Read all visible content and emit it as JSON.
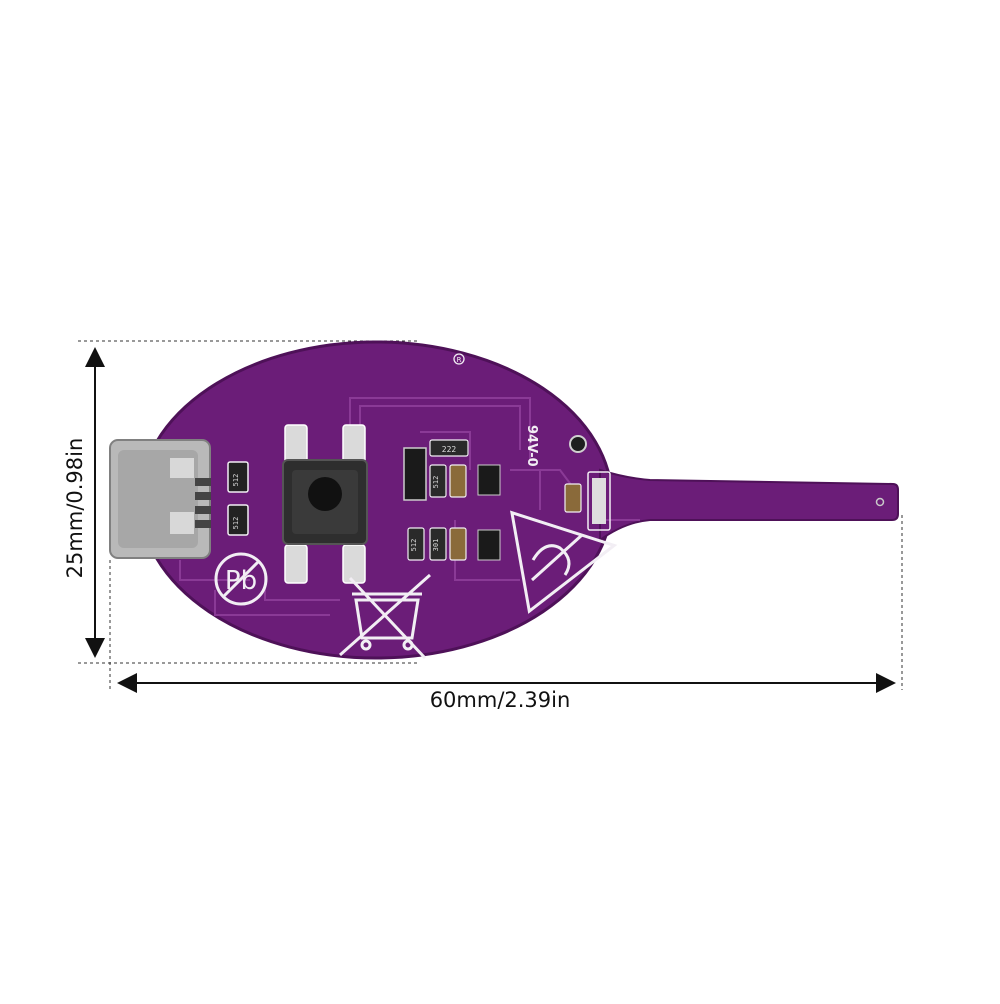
{
  "dimensions": {
    "width_label": "60mm/2.39in",
    "height_label": "25mm/0.98in"
  },
  "board": {
    "color": "#6b1d78",
    "edge_color": "#4e1158",
    "trace_color": "#8a3a96",
    "silk_color": "#f2eef4",
    "pad_color": "#c9c9c9",
    "silkscreen": {
      "rating": "94V-0",
      "pb_mark": "Pb",
      "r1": "512",
      "r2": "512",
      "r3": "222",
      "r4": "512",
      "r5": "512",
      "r6": "301"
    }
  },
  "colors": {
    "dimension_line": "#111111",
    "background": "#ffffff"
  }
}
